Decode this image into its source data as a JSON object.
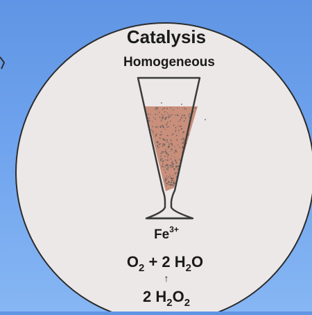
{
  "diagram": {
    "title": "Catalysis",
    "subtitle": "Homogeneous",
    "catalyst": {
      "base": "Fe",
      "charge": "3+"
    },
    "products": {
      "o2": {
        "base": "O",
        "sub": "2"
      },
      "plus": " + ",
      "coef": "2",
      "h2o": {
        "h": "H",
        "h_sub": "2",
        "o": "O"
      }
    },
    "arrow": "↑",
    "reactant": {
      "coef": "2 ",
      "h": "H",
      "h_sub": "2",
      "o": "O",
      "o_sub": "2"
    }
  },
  "colors": {
    "background_top": "#5f95e4",
    "background_bottom": "#86b6f3",
    "circle_fill": "#ece8e7",
    "liquid": "#c98f7b",
    "bubbles": "#5e5e5e",
    "glass_outline": "#3a3a3a"
  }
}
